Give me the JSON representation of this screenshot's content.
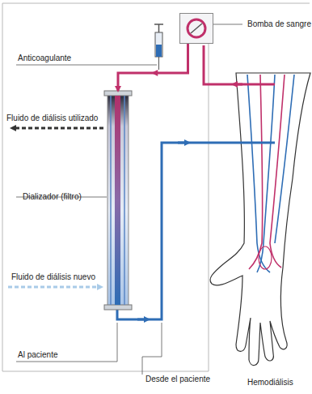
{
  "diagram": {
    "nodes": [
      {
        "text": [
          "Bomba de sangre"
        ]
      },
      {
        "text": [
          "Dializador (filtro)"
        ]
      }
    ],
    "edges": [
      {
        "from": 0,
        "to": 1,
        "arrow": "to"
      }
    ],
    "labels": [
      "Anticoagulante",
      "Fluido de diálisis utilizado",
      "Fluido de diálisis nuevo",
      "Al paciente",
      "Desde el paciente",
      "Hemodiálisis"
    ]
  }
}
